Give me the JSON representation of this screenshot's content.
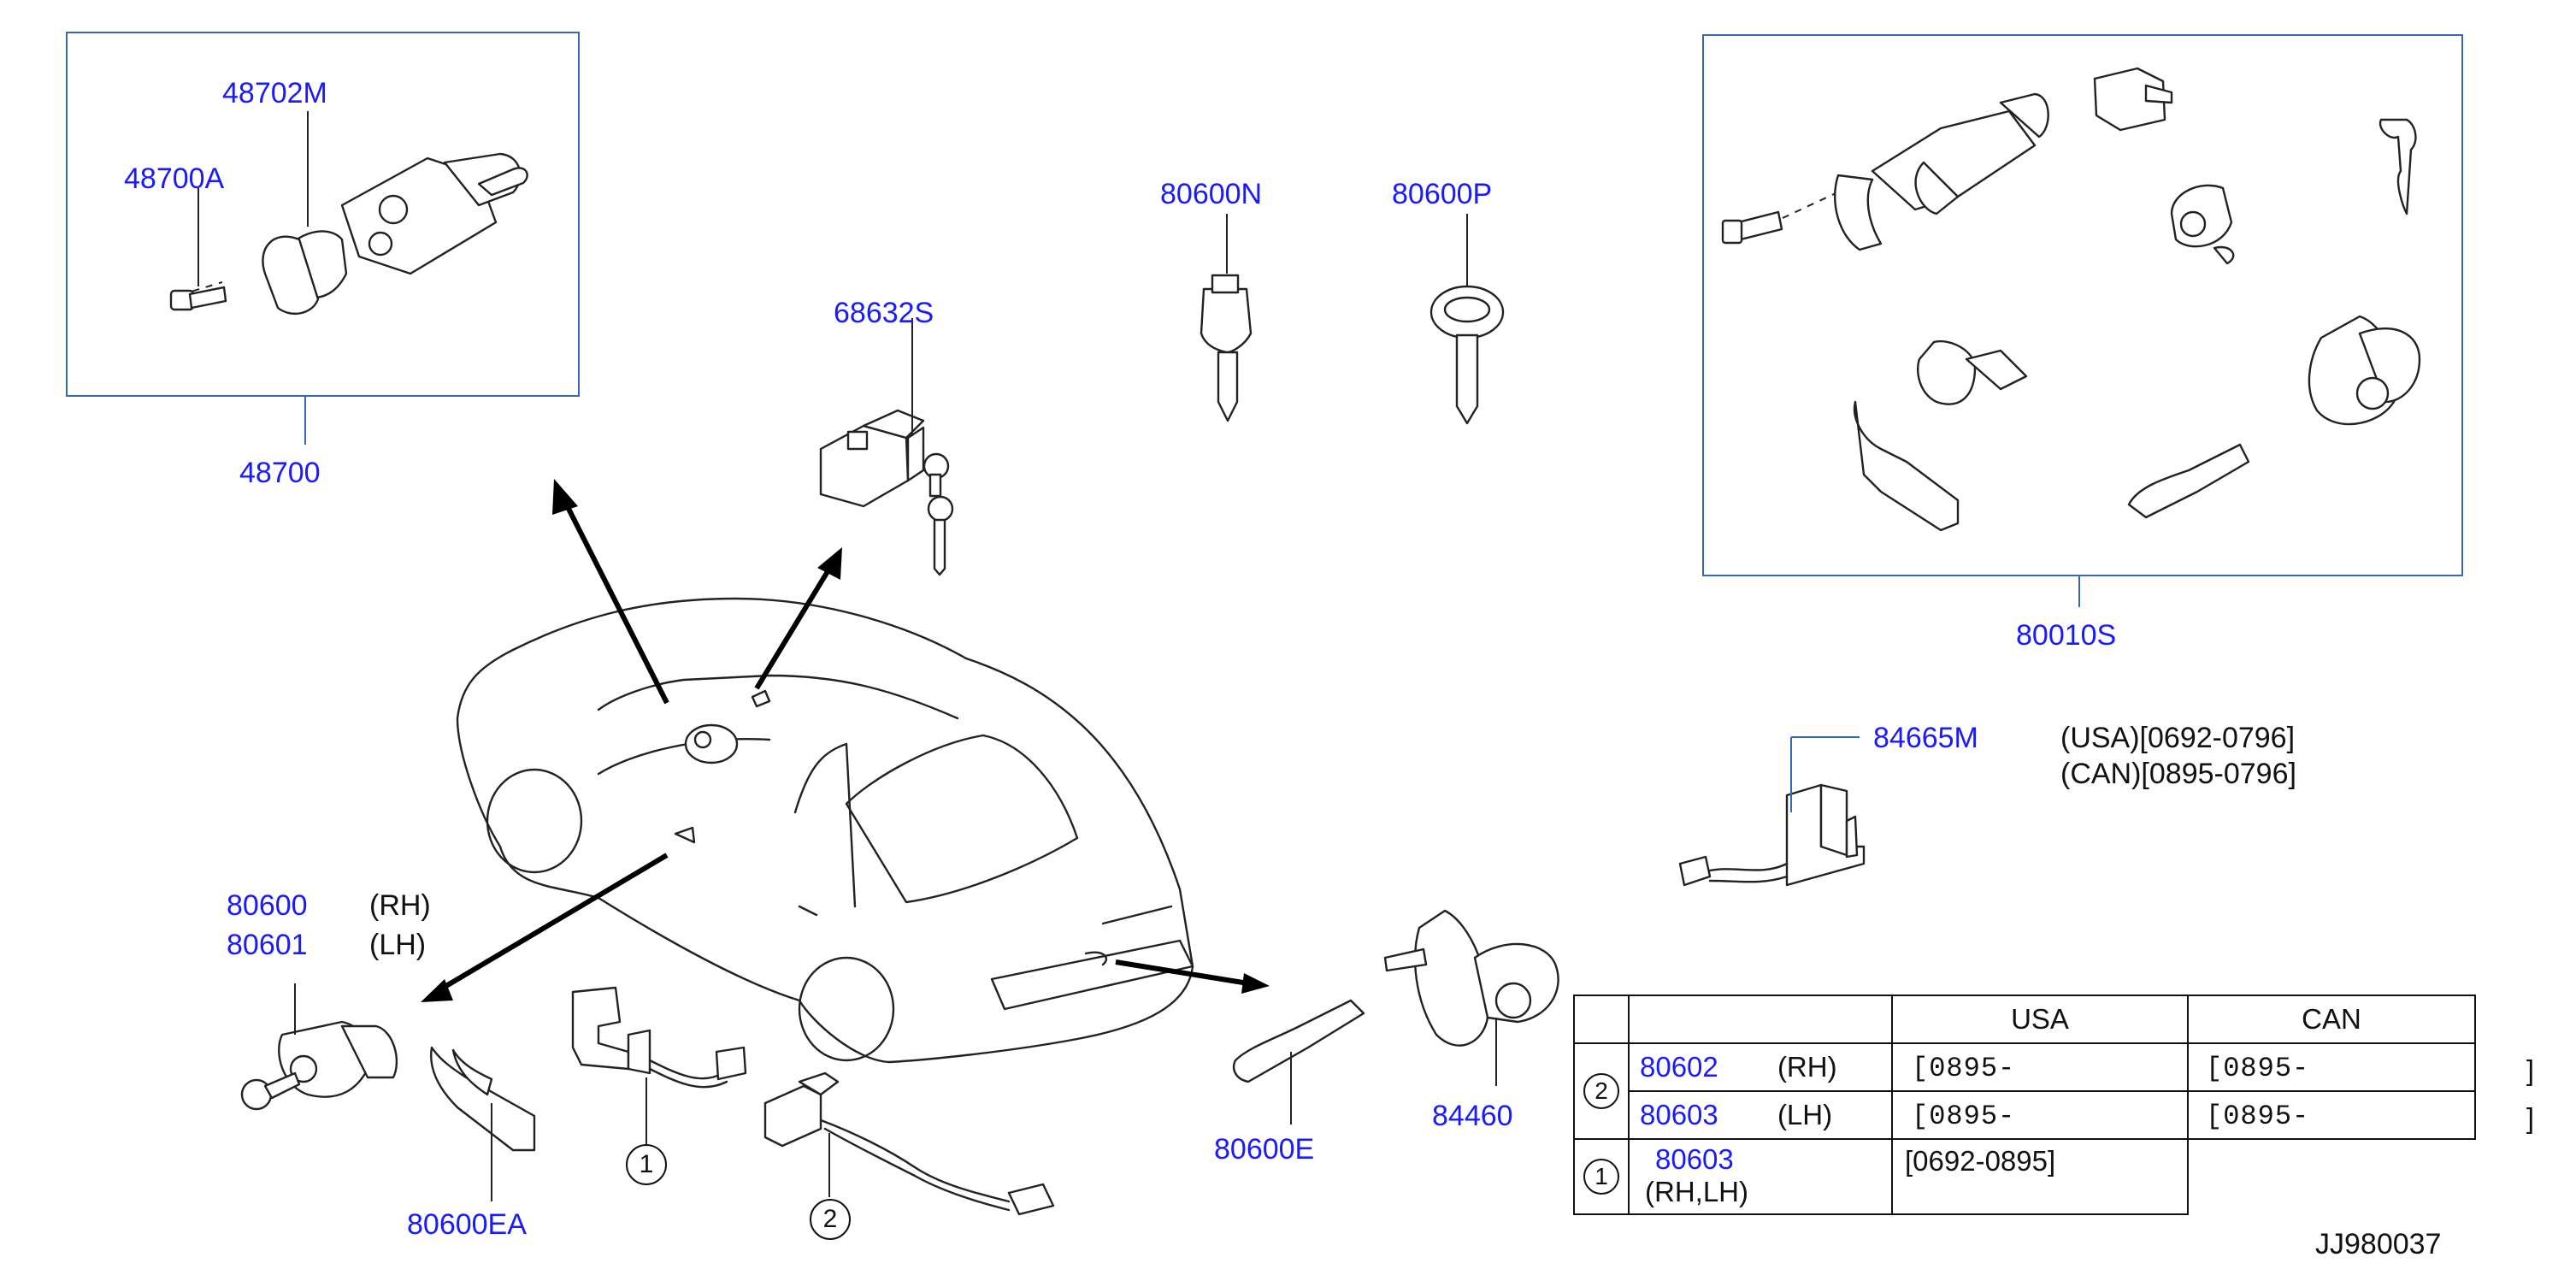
{
  "callouts": {
    "p48702M": "48702M",
    "p48700A": "48700A",
    "p48700": "48700",
    "p68632S": "68632S",
    "p80600N": "80600N",
    "p80600P": "80600P",
    "p80010S": "80010S",
    "p84665M": "84665M",
    "p80600": "80600",
    "p80601": "80601",
    "p80600EA": "80600EA",
    "p80600E": "80600E",
    "p84460": "84460"
  },
  "notes": {
    "rh": "(RH)",
    "lh": "(LH)",
    "usa_range": "(USA)[0692-0796]",
    "can_range": "(CAN)[0895-0796]",
    "circle_1": "1",
    "circle_2": "2",
    "drawing_id": "JJ980037"
  },
  "table": {
    "headers": [
      "",
      "",
      "USA",
      "CAN"
    ],
    "rows": [
      {
        "ref": "2",
        "part": "80602",
        "side": "(RH)",
        "usa": "[0895-",
        "can": "[0895-",
        "can_end": "]"
      },
      {
        "ref": "",
        "part": "80603",
        "side": "(LH)",
        "usa": "[0895-",
        "can": "[0895-",
        "can_end": "]"
      },
      {
        "ref": "1",
        "part": "80603",
        "side": "(RH,LH)",
        "usa": "[0692-0895]",
        "can": ""
      }
    ]
  }
}
